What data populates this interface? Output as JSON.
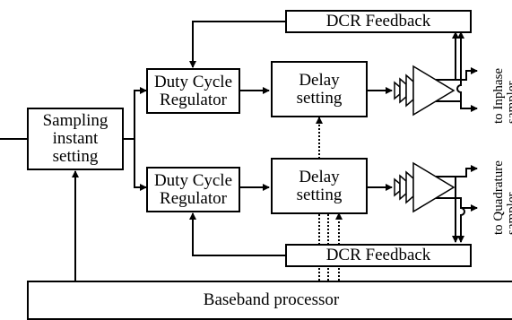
{
  "blocks": {
    "sampling": [
      "Sampling",
      "instant",
      "setting"
    ],
    "dcr_top": "DCR Feedback",
    "dcr_bottom": "DCR Feedback",
    "duty_top": [
      "Duty Cycle",
      "Regulator"
    ],
    "duty_bottom": [
      "Duty Cycle",
      "Regulator"
    ],
    "delay_top": [
      "Delay",
      "setting"
    ],
    "delay_bottom": [
      "Delay",
      "setting"
    ],
    "baseband": "Baseband processor"
  },
  "outputs": {
    "inphase": [
      "to Inphase",
      "sampler"
    ],
    "quadrature": [
      "to Quadrature",
      "sampler"
    ]
  },
  "colors": {
    "line": "#000000",
    "background": "#ffffff"
  }
}
